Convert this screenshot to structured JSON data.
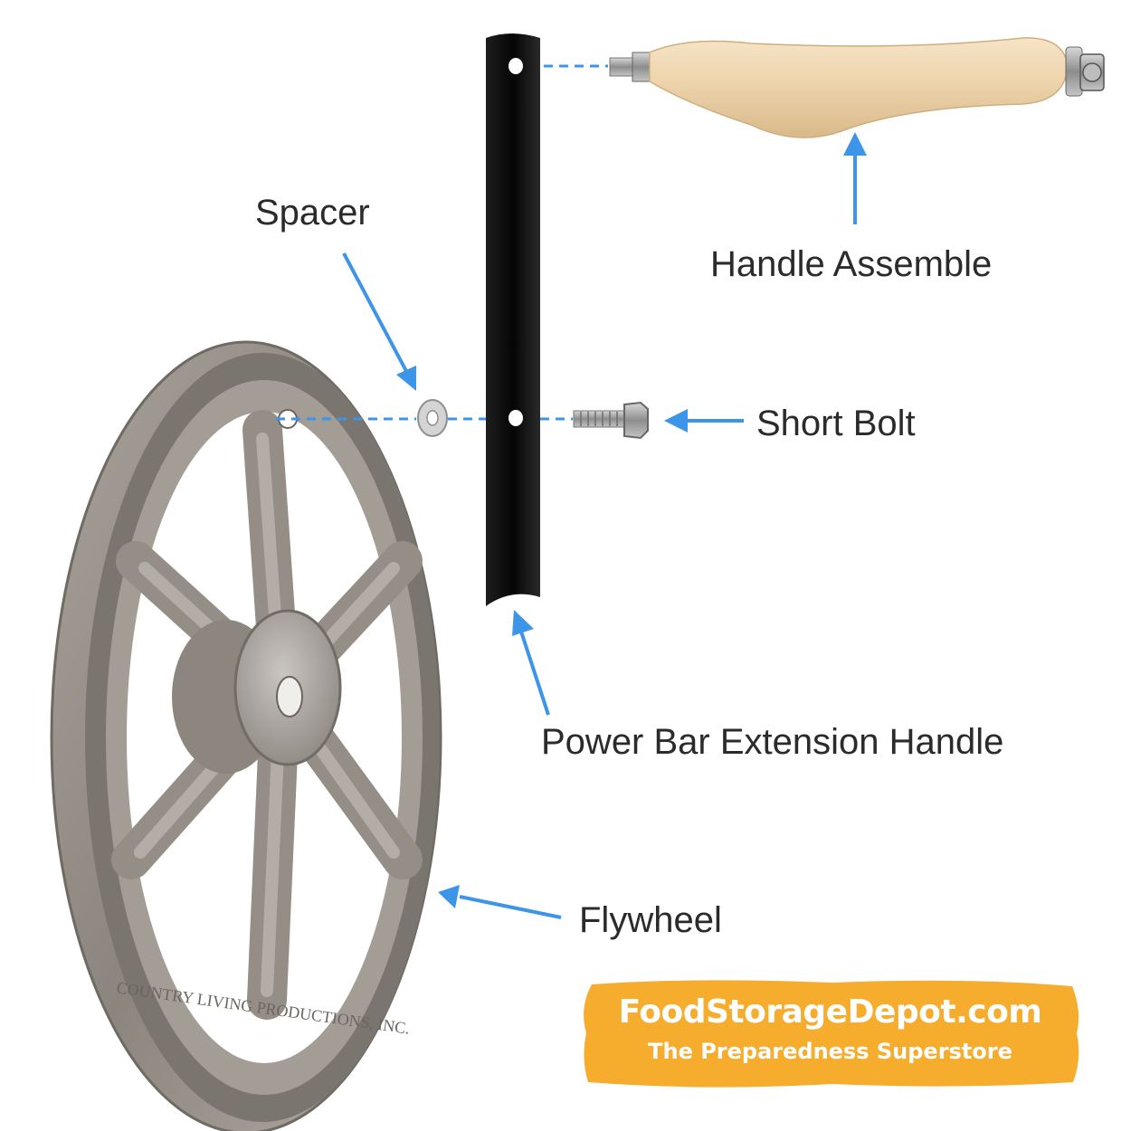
{
  "labels": {
    "spacer": "Spacer",
    "handle_assemble": "Handle Assemble",
    "short_bolt": "Short Bolt",
    "power_bar": "Power Bar Extension Handle",
    "flywheel": "Flywheel"
  },
  "flywheel_casting_text": "COUNTRY LIVING PRODUCTIONS, INC.",
  "badge": {
    "site": "FoodStorageDepot.com",
    "tagline": "The Preparedness Superstore"
  },
  "colors": {
    "arrow": "#3d95e8",
    "badge": "#f6ac2c",
    "bar": "#111111",
    "wood": "#ecd3ab",
    "metal": "#9a9590",
    "text": "#2b2b2b"
  }
}
